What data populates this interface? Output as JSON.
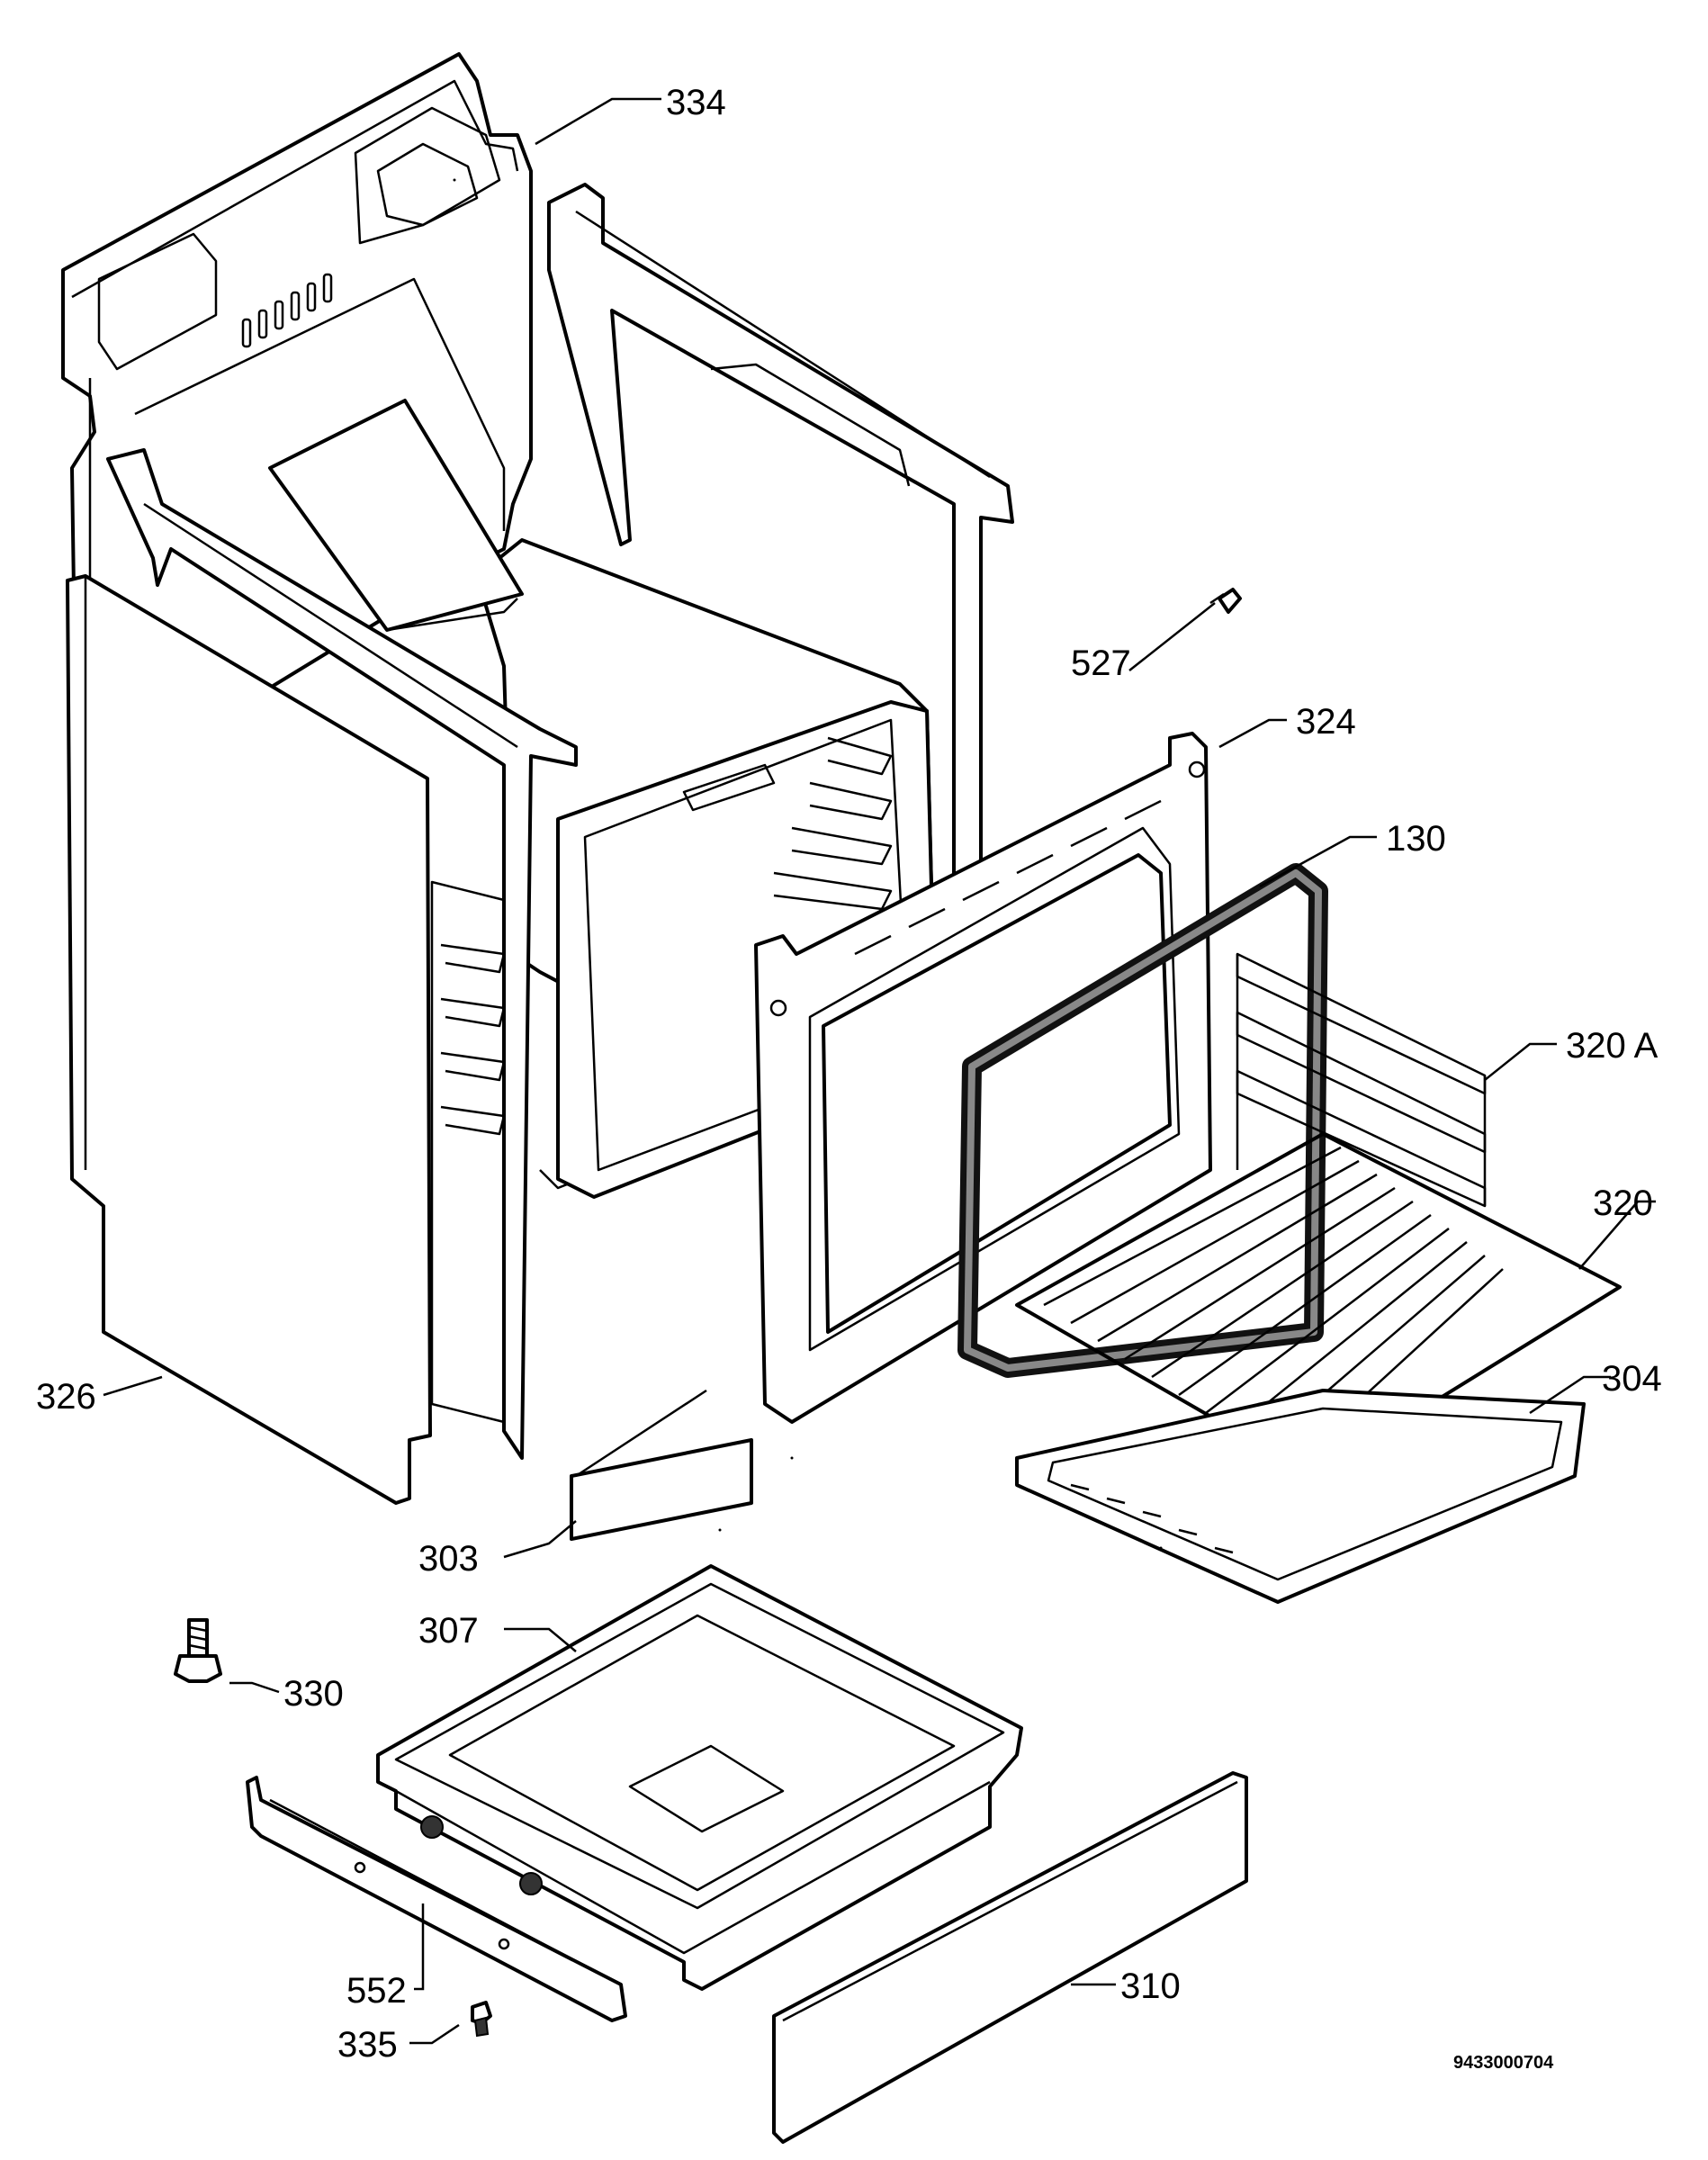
{
  "diagram": {
    "drawing_number": "9433000704",
    "callouts": [
      {
        "id": "p334",
        "label": "334"
      },
      {
        "id": "p527",
        "label": "527"
      },
      {
        "id": "p324",
        "label": "324"
      },
      {
        "id": "p130",
        "label": "130"
      },
      {
        "id": "p320a",
        "label": "320 A"
      },
      {
        "id": "p320",
        "label": "320"
      },
      {
        "id": "p304",
        "label": "304"
      },
      {
        "id": "p326",
        "label": "326"
      },
      {
        "id": "p303",
        "label": "303"
      },
      {
        "id": "p307",
        "label": "307"
      },
      {
        "id": "p330",
        "label": "330"
      },
      {
        "id": "p552",
        "label": "552"
      },
      {
        "id": "p310",
        "label": "310"
      },
      {
        "id": "p335",
        "label": "335"
      }
    ]
  }
}
